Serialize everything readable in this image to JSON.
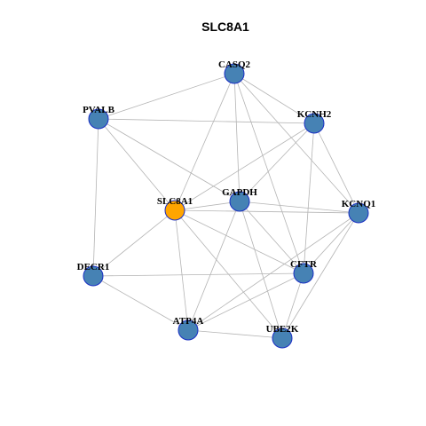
{
  "title": "SLC8A1",
  "colors": {
    "center_node": "#ffa500",
    "node": "#4682b4",
    "node_border": "#1a2fc4",
    "edge": "#b4b4b4"
  },
  "nodes": [
    {
      "id": "CASQ2",
      "label": "CASQ2",
      "center": false
    },
    {
      "id": "PVALB",
      "label": "PVALB",
      "center": false
    },
    {
      "id": "KCNH2",
      "label": "KCNH2",
      "center": false
    },
    {
      "id": "SLC8A1",
      "label": "SLC8A1",
      "center": true
    },
    {
      "id": "GAPDH",
      "label": "GAPDH",
      "center": false
    },
    {
      "id": "KCNQ1",
      "label": "KCNQ1",
      "center": false
    },
    {
      "id": "DECR1",
      "label": "DECR1",
      "center": false
    },
    {
      "id": "CFTR",
      "label": "CFTR",
      "center": false
    },
    {
      "id": "ATP4A",
      "label": "ATP4A",
      "center": false
    },
    {
      "id": "UBE2K",
      "label": "UBE2K",
      "center": false
    }
  ],
  "edges": [
    [
      "CASQ2",
      "PVALB"
    ],
    [
      "CASQ2",
      "KCNH2"
    ],
    [
      "CASQ2",
      "SLC8A1"
    ],
    [
      "CASQ2",
      "GAPDH"
    ],
    [
      "CASQ2",
      "KCNQ1"
    ],
    [
      "CASQ2",
      "CFTR"
    ],
    [
      "PVALB",
      "KCNH2"
    ],
    [
      "PVALB",
      "SLC8A1"
    ],
    [
      "PVALB",
      "GAPDH"
    ],
    [
      "PVALB",
      "DECR1"
    ],
    [
      "KCNH2",
      "SLC8A1"
    ],
    [
      "KCNH2",
      "GAPDH"
    ],
    [
      "KCNH2",
      "KCNQ1"
    ],
    [
      "KCNH2",
      "CFTR"
    ],
    [
      "SLC8A1",
      "GAPDH"
    ],
    [
      "SLC8A1",
      "KCNQ1"
    ],
    [
      "SLC8A1",
      "DECR1"
    ],
    [
      "SLC8A1",
      "CFTR"
    ],
    [
      "SLC8A1",
      "ATP4A"
    ],
    [
      "SLC8A1",
      "UBE2K"
    ],
    [
      "GAPDH",
      "KCNQ1"
    ],
    [
      "GAPDH",
      "CFTR"
    ],
    [
      "GAPDH",
      "ATP4A"
    ],
    [
      "GAPDH",
      "UBE2K"
    ],
    [
      "KCNQ1",
      "CFTR"
    ],
    [
      "KCNQ1",
      "ATP4A"
    ],
    [
      "KCNQ1",
      "UBE2K"
    ],
    [
      "DECR1",
      "CFTR"
    ],
    [
      "DECR1",
      "ATP4A"
    ],
    [
      "CFTR",
      "ATP4A"
    ],
    [
      "CFTR",
      "UBE2K"
    ],
    [
      "ATP4A",
      "UBE2K"
    ]
  ]
}
